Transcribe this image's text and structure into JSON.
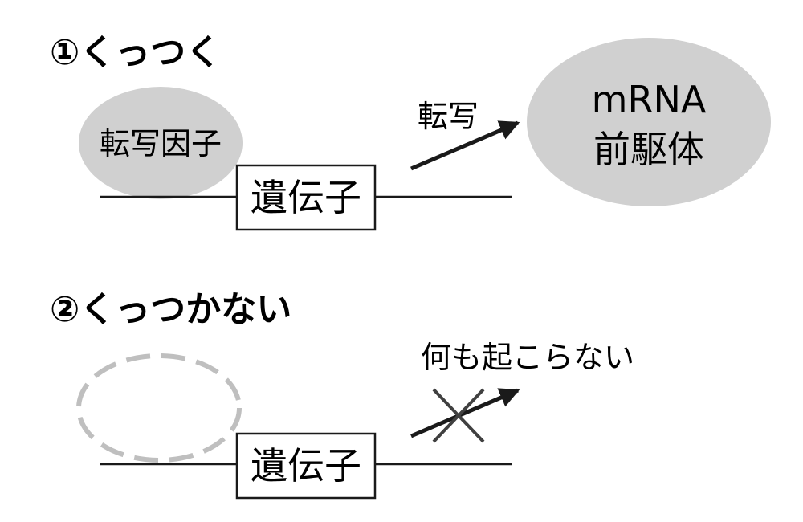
{
  "section1": {
    "heading": "①くっつく",
    "factor_label": "転写因子",
    "gene_label": "遺伝子",
    "arrow_label": "転写",
    "product_line1": "mRNA",
    "product_line2": "前駆体"
  },
  "section2": {
    "heading": "②くっつかない",
    "gene_label": "遺伝子",
    "result_label": "何も起こらない"
  },
  "colors": {
    "ellipse_fill": "#d0d0d0",
    "dashed_stroke": "#bfbfbf",
    "line": "#1a1a1a",
    "cross": "#404040"
  }
}
